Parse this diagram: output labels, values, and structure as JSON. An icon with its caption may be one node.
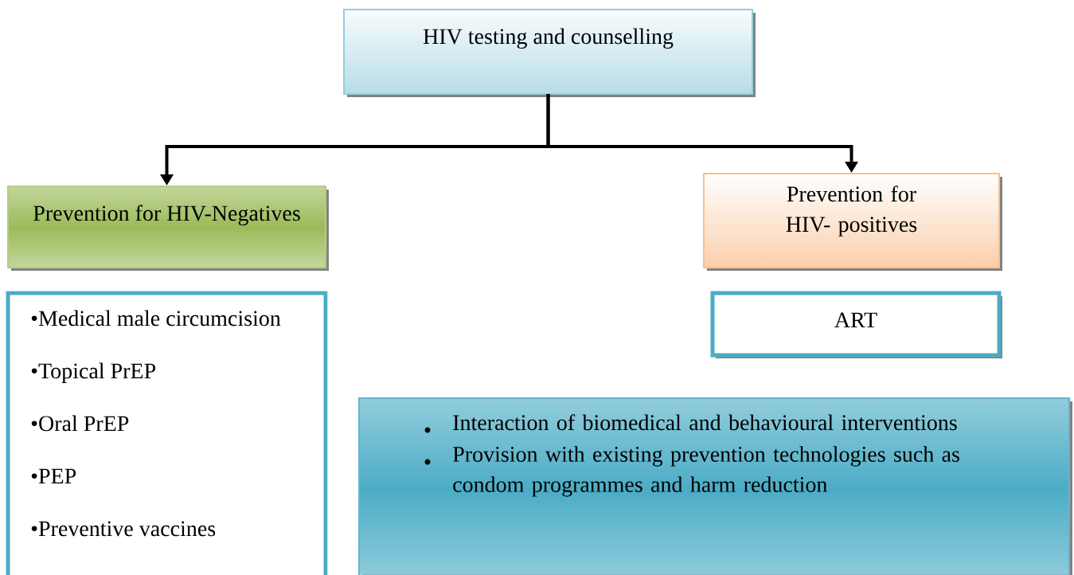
{
  "diagram": {
    "nodes": [
      {
        "text": [
          "HIV testing and counselling"
        ]
      },
      {
        "text": [
          "Prevention for HIV-Negatives"
        ]
      },
      {
        "text": [
          "Prevention for HIV- positives"
        ]
      },
      {
        "text": [
          "•Medical male circumcision",
          "•Topical PrEP",
          "•Oral PrEP",
          "•PEP",
          "•Preventive vaccines"
        ]
      },
      {
        "text": [
          "ART"
        ]
      },
      {
        "text": [
          "Interaction of biomedical and behavioural interventions",
          "Provision with existing prevention technologies such as condom programmes and harm reduction"
        ]
      }
    ],
    "edges": [
      {
        "from": 0,
        "to": 1,
        "arrow": "to"
      },
      {
        "from": 0,
        "to": 2,
        "arrow": "to"
      }
    ]
  }
}
